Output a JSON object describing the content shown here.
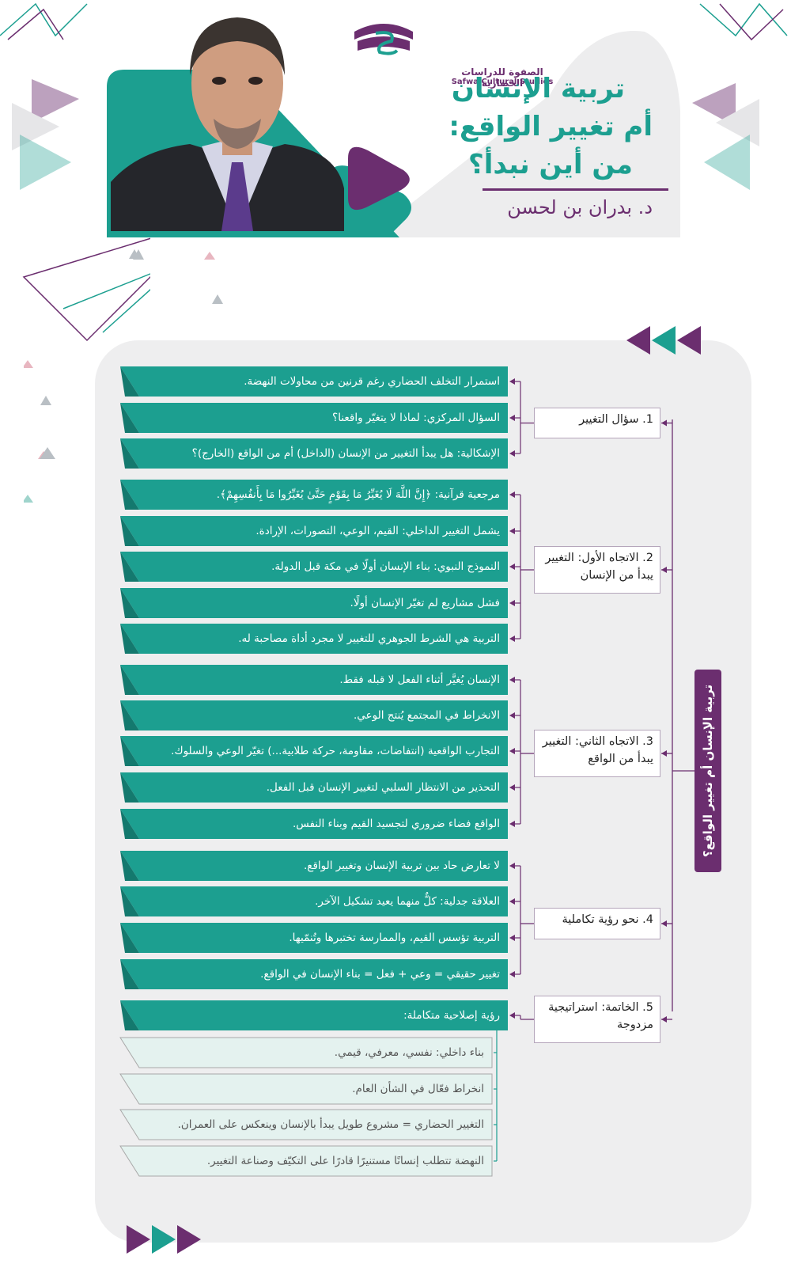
{
  "header": {
    "title_line_1": "تربية الإنسان",
    "title_line_2": "أم تغيير الواقع:",
    "title_line_3": "من أين نبدأ؟",
    "author": "د. بدران بن لحسن",
    "logo_ar": "الصفوة للدراسات الحضارية",
    "logo_en": "Safwa Cultural Studies"
  },
  "root": {
    "label": "تربية الإنسان أم تغيير الواقع؟"
  },
  "sections": [
    {
      "label": "1. سؤال التغيير",
      "items": [
        "استمرار التخلف الحضاري رغم قرنين من محاولات النهضة.",
        "السؤال المركزي: لماذا لا يتغيّر واقعنا؟",
        "الإشكالية: هل يبدأ التغيير من الإنسان (الداخل) أم من الواقع (الخارج)؟"
      ]
    },
    {
      "label": "2. الاتجاه الأول: التغيير يبدأ من الإنسان",
      "items": [
        "مرجعية قرآنية: ﴿إِنَّ اللَّهَ لَا يُغَيِّرُ مَا بِقَوْمٍ حَتَّىٰ يُغَيِّرُوا مَا بِأَنفُسِهِمْ﴾.",
        "يشمل التغيير الداخلي: القيم، الوعي، التصورات، الإرادة.",
        "النموذج النبوي: بناء الإنسان أولًا في مكة قبل الدولة.",
        "فشل مشاريع لم تغيّر الإنسان أولًا.",
        "التربية هي الشرط الجوهري للتغيير لا مجرد أداة مصاحبة له."
      ]
    },
    {
      "label": "3. الاتجاه الثاني: التغيير يبدأ من الواقع",
      "items": [
        "الإنسان يُغيَّر أثناء الفعل لا قبله فقط.",
        "الانخراط في المجتمع يُنتج الوعي.",
        "التجارب الواقعية (انتفاضات، مقاومة، حركة طلابية...) تغيّر الوعي والسلوك.",
        "التحذير من الانتظار السلبي لتغيير الإنسان قبل الفعل.",
        "الواقع فضاء ضروري لتجسيد القيم وبناء النفس."
      ]
    },
    {
      "label": "4. نحو رؤية تكاملية",
      "items": [
        "لا تعارض حاد بين تربية الإنسان وتغيير الواقع.",
        "العلاقة جدلية: كلٌّ منهما يعيد تشكيل الآخر.",
        "التربية تؤسس القيم، والممارسة تختبرها وتُنمّيها.",
        "تغيير حقيقي = وعي + فعل = بناء الإنسان في الواقع."
      ]
    },
    {
      "label": "5. الخاتمة: استراتيجية مزدوجة",
      "items": [
        "رؤية إصلاحية متكاملة:"
      ],
      "subitems": [
        "بناء داخلي: نفسي، معرفي، قيمي.",
        "انخراط فعّال في الشأن العام.",
        "التغيير الحضاري = مشروع طويل يبدأ بالإنسان وينعكس على العمران.",
        "النهضة تتطلب إنسانًا مستنيرًا قادرًا على التكيّف وصناعة التغيير."
      ]
    }
  ],
  "colors": {
    "teal": "#1c9f90",
    "purple": "#6b2e6f",
    "panel": "#eeeeef",
    "light_card": "#e4f2ef"
  },
  "icons": {
    "nav_top": "triple-arrow-left-icon",
    "nav_bottom": "triple-arrow-right-icon"
  }
}
